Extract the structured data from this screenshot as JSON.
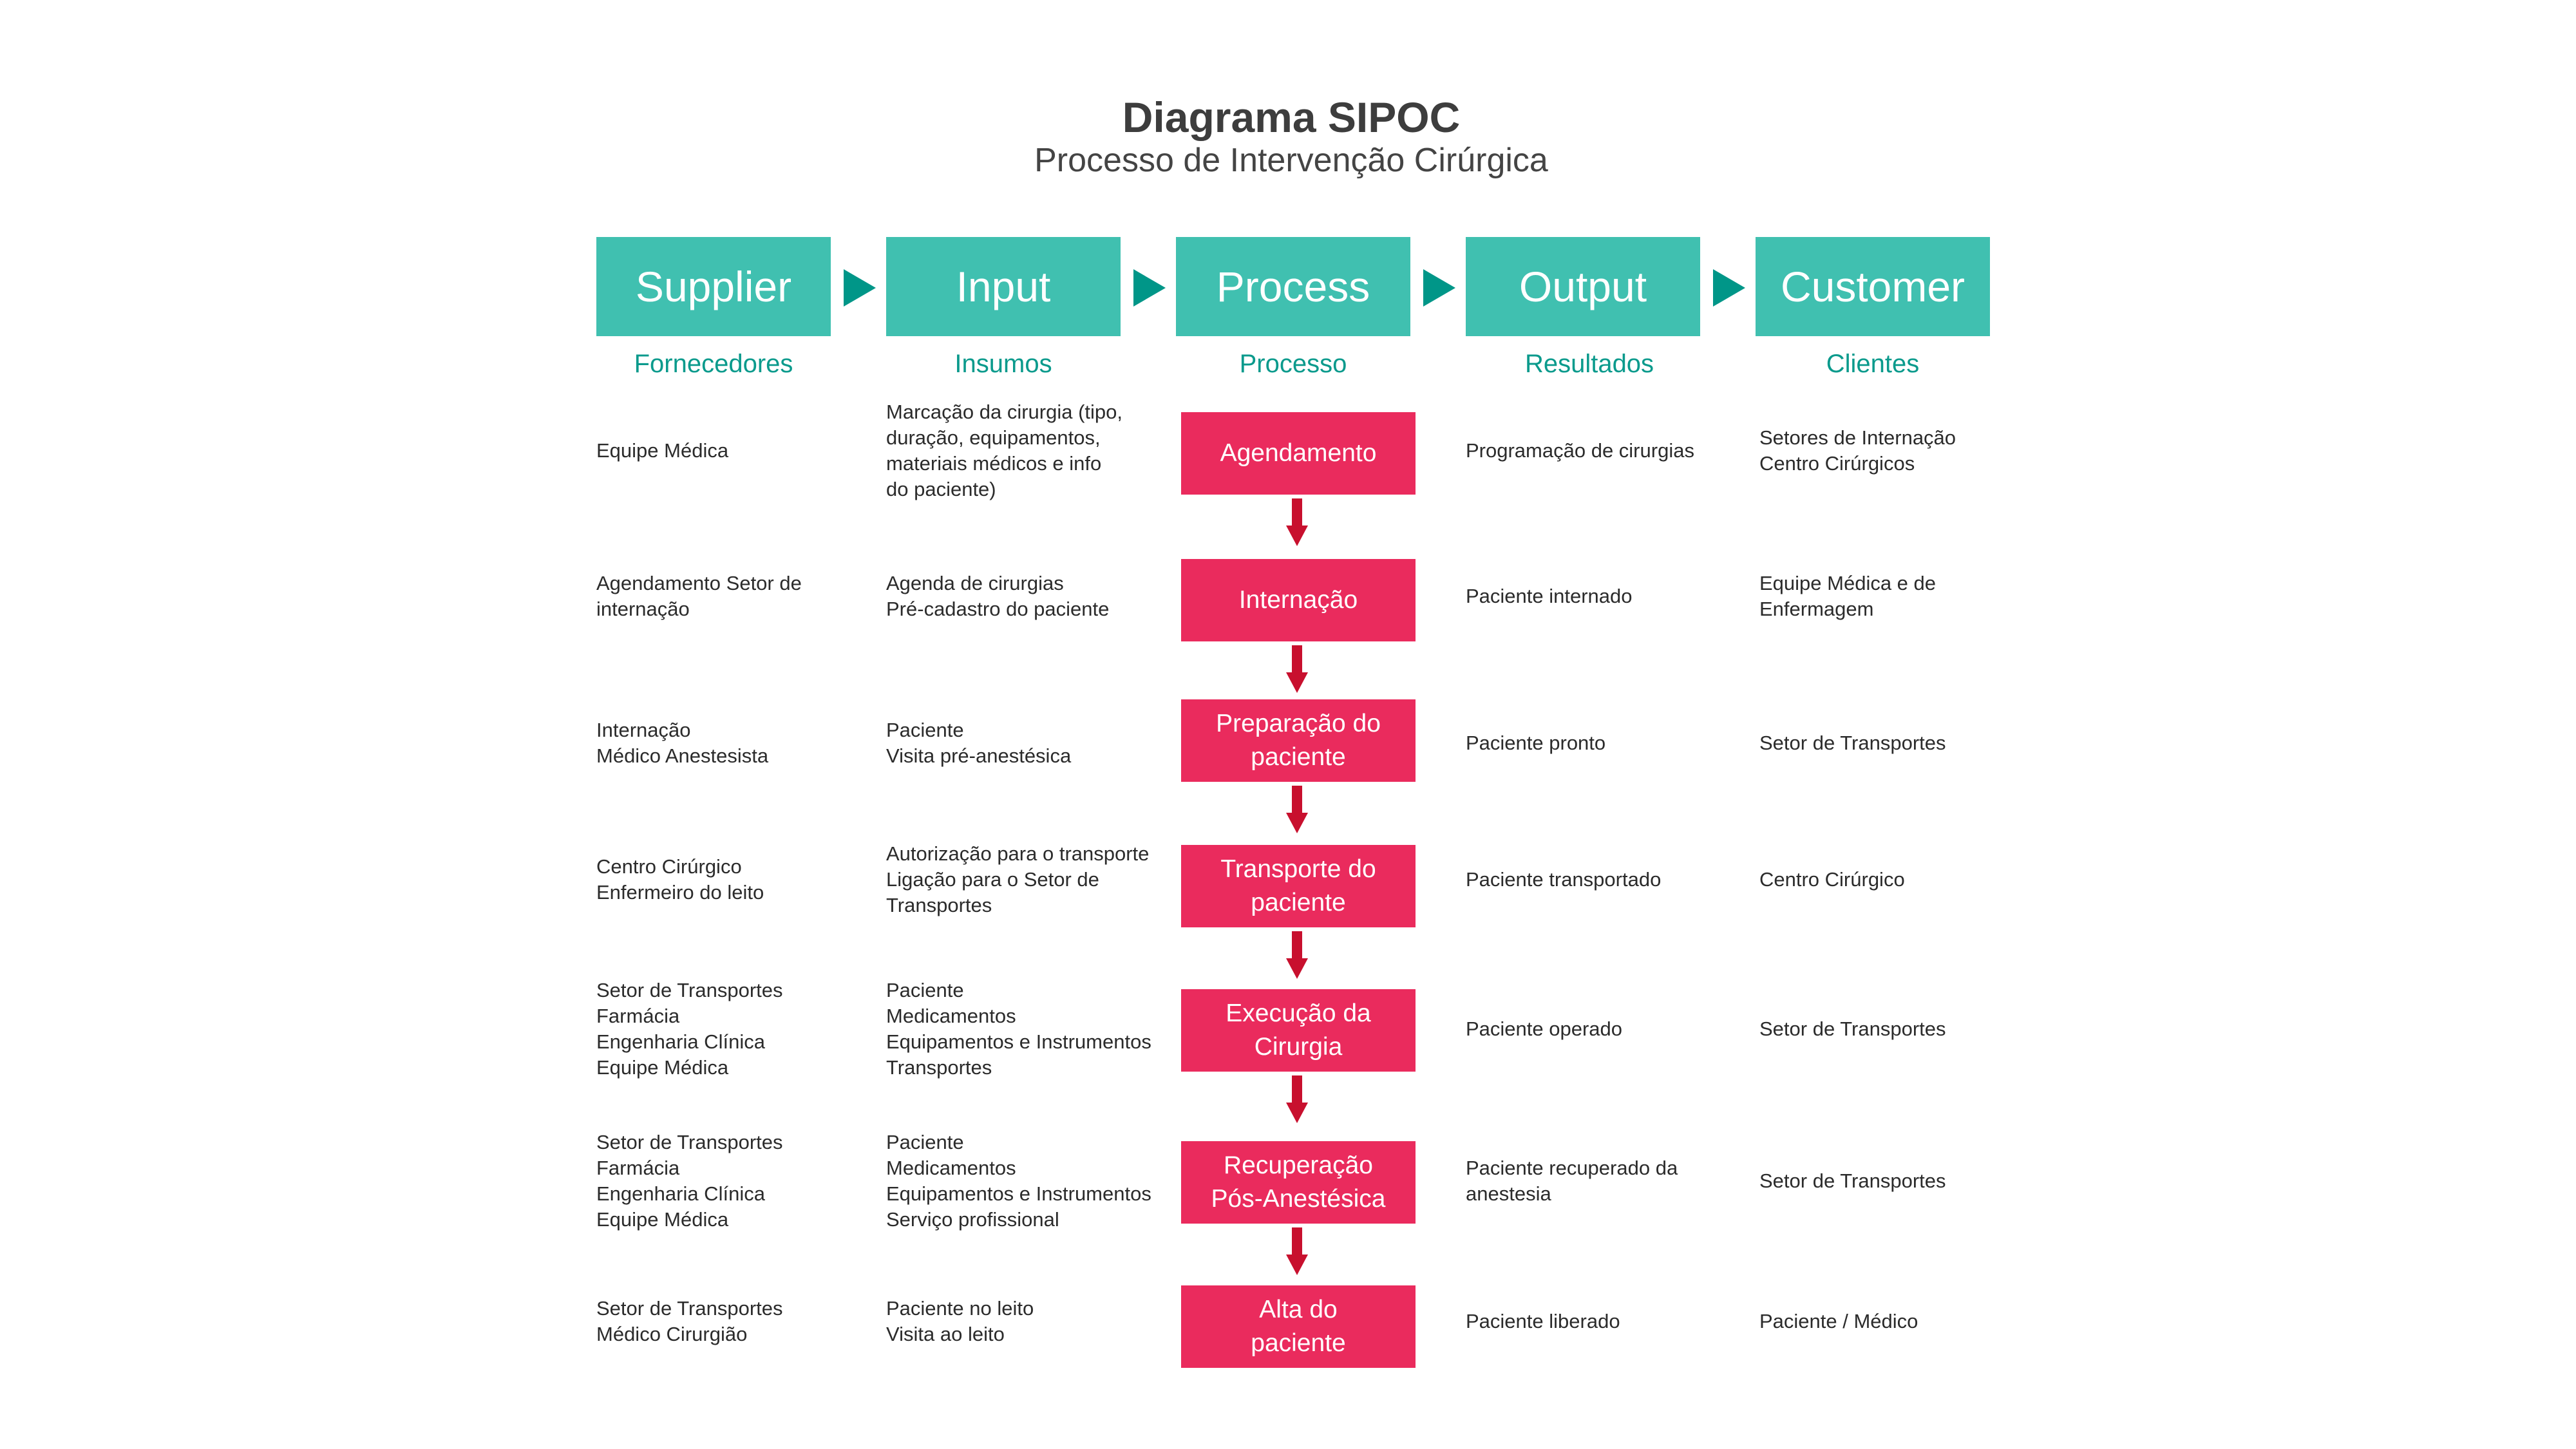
{
  "title": "Diagrama SIPOC",
  "subtitle": "Processo de Intervenção Cirúrgica",
  "colors": {
    "teal": "#40c0b0",
    "teal_dark": "#009688",
    "teal_text": "#0a9a8c",
    "crimson": "#ea2b5d",
    "arrow_red": "#c8102e"
  },
  "headers": [
    {
      "label": "Supplier",
      "sub": "Fornecedores"
    },
    {
      "label": "Input",
      "sub": "Insumos"
    },
    {
      "label": "Process",
      "sub": "Processo"
    },
    {
      "label": "Output",
      "sub": "Resultados"
    },
    {
      "label": "Customer",
      "sub": "Clientes"
    }
  ],
  "rows": [
    {
      "supplier": "Equipe Médica",
      "input": "Marcação da cirurgia (tipo,\nduração, equipamentos,\nmateriais médicos e info\ndo paciente)",
      "process": "Agendamento",
      "output": "Programação de cirurgias",
      "customer": "Setores de Internação\nCentro Cirúrgicos"
    },
    {
      "supplier": "Agendamento Setor de\ninternação",
      "input": "Agenda de cirurgias\nPré-cadastro do paciente",
      "process": "Internação",
      "output": "Paciente internado",
      "customer": "Equipe Médica e de\nEnfermagem"
    },
    {
      "supplier": "Internação\nMédico Anestesista",
      "input": "Paciente\nVisita pré-anestésica",
      "process": "Preparação do\npaciente",
      "output": "Paciente pronto",
      "customer": "Setor de Transportes"
    },
    {
      "supplier": "Centro Cirúrgico\nEnfermeiro do leito",
      "input": "Autorização para o transporte\nLigação para o Setor de\nTransportes",
      "process": "Transporte do\npaciente",
      "output": "Paciente transportado",
      "customer": "Centro Cirúrgico"
    },
    {
      "supplier": "Setor de Transportes\nFarmácia\nEngenharia Clínica\nEquipe Médica",
      "input": "Paciente\nMedicamentos\nEquipamentos e Instrumentos\nTransportes",
      "process": "Execução da\nCirurgia",
      "output": "Paciente operado",
      "customer": "Setor de Transportes"
    },
    {
      "supplier": "Setor de Transportes\nFarmácia\nEngenharia Clínica\nEquipe Médica",
      "input": "Paciente\nMedicamentos\nEquipamentos e Instrumentos\nServiço profissional",
      "process": "Recuperação\nPós-Anestésica",
      "output": "Paciente recuperado da\nanestesia",
      "customer": "Setor de Transportes"
    },
    {
      "supplier": "Setor de Transportes\nMédico Cirurgião",
      "input": "Paciente no leito\nVisita ao leito",
      "process": "Alta do\npaciente",
      "output": "Paciente liberado",
      "customer": "Paciente / Médico"
    }
  ]
}
